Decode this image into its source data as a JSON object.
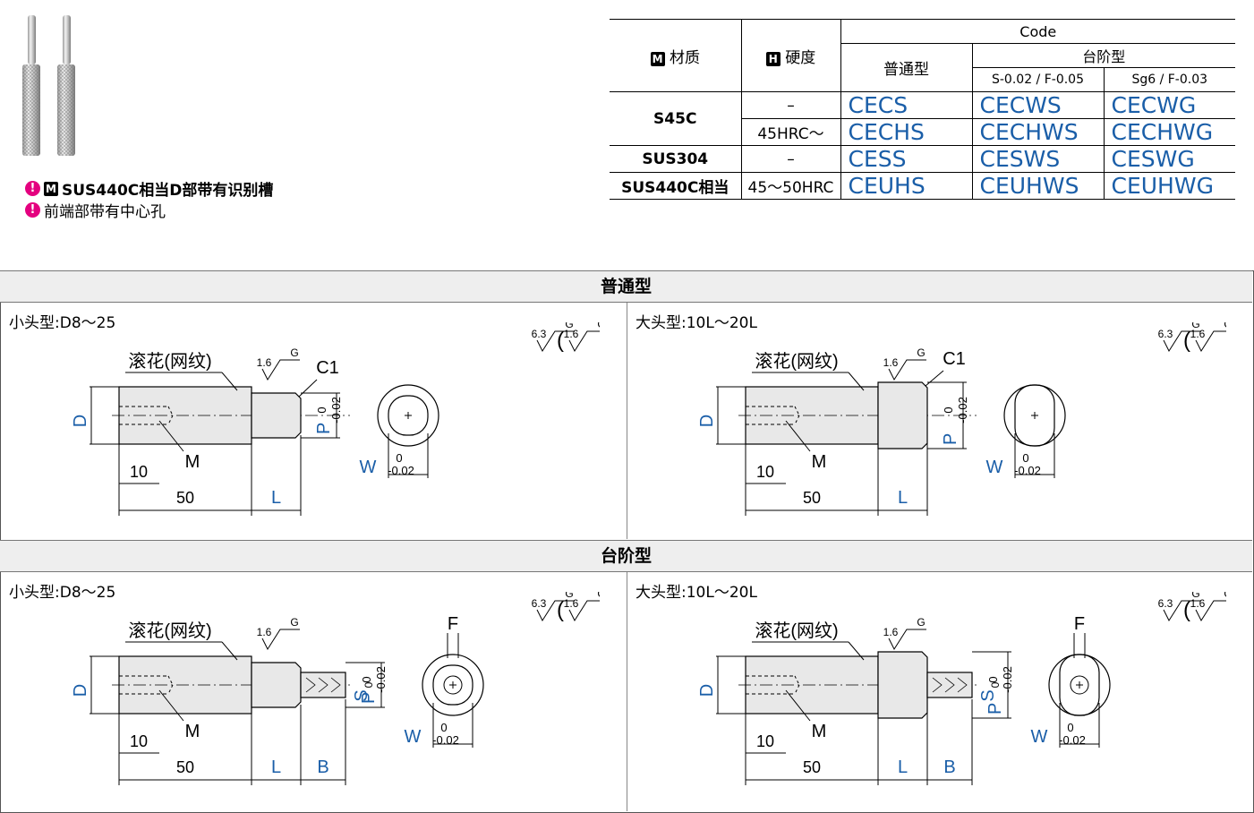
{
  "notes": {
    "note1_rest": "SUS440C相当D部带有识别槽",
    "note2": "前端部带有中心孔",
    "warn_glyph": "!",
    "m_glyph": "M"
  },
  "table": {
    "header_material": "材质",
    "header_hardness": "硬度",
    "header_code": "Code",
    "header_normal": "普通型",
    "header_step": "台阶型",
    "header_step1": "S-0.02 / F-0.05",
    "header_step2": "Sg6 / F-0.03",
    "m_icon": "M",
    "h_icon": "H",
    "rows": [
      {
        "material": "S45C",
        "hardness": "–",
        "normal": "CECS",
        "step1": "CECWS",
        "step2": "CECWG"
      },
      {
        "material": "",
        "hardness": "45HRC～",
        "normal": "CECHS",
        "step1": "CECHWS",
        "step2": "CECHWG"
      },
      {
        "material": "SUS304",
        "hardness": "–",
        "normal": "CESS",
        "step1": "CESWS",
        "step2": "CESWG"
      },
      {
        "material": "SUS440C相当",
        "hardness": "45～50HRC",
        "normal": "CEUHS",
        "step1": "CEUHWS",
        "step2": "CEUHWG"
      }
    ]
  },
  "sections": {
    "normal_title": "普通型",
    "step_title": "台阶型",
    "small_head": "小头型:D8～25",
    "large_head": "大头型:10L～20L"
  },
  "drawing": {
    "knurl": "滚花(网纹)",
    "D": "D",
    "M": "M",
    "ten": "10",
    "fifty": "50",
    "L": "L",
    "B": "B",
    "P": "P",
    "S": "S",
    "W": "W",
    "F": "F",
    "C1": "C1",
    "zero": "0",
    "tol": "-0.02",
    "rough1": "1.6",
    "rough63": "6.3",
    "G": "G"
  },
  "colors": {
    "link": "#1a5ea8",
    "dim_blue": "#1a5ea8",
    "warn": "#e4007f",
    "section_bg": "#eeeeee"
  }
}
